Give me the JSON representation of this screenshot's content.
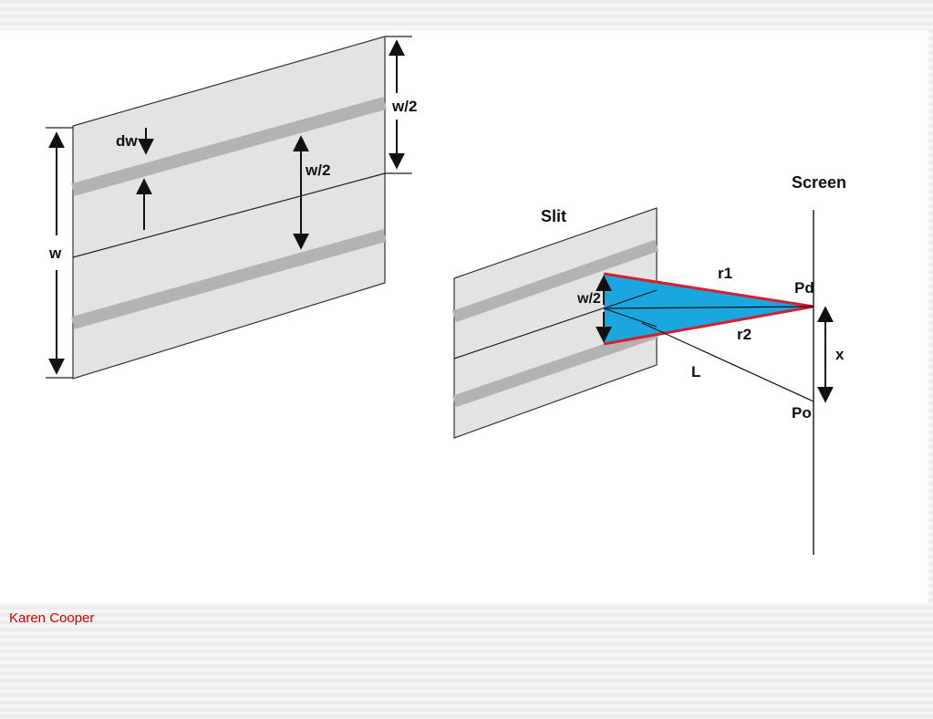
{
  "diagram": {
    "left": {
      "dw": "dw",
      "w_half_inner": "w/2",
      "w_half_right": "w/2",
      "w": "w"
    },
    "right": {
      "slit": "Slit",
      "screen": "Screen",
      "r1": "r1",
      "r2": "r2",
      "pd": "Pd",
      "po": "Po",
      "x": "x",
      "L": "L",
      "w_half": "w/2"
    },
    "colors": {
      "triangle_fill": "#1aa7e0",
      "triangle_edge": "#d81e2b",
      "stripe": "#b3b3b3",
      "panel": "#e3e3e3"
    }
  },
  "footer": {
    "credit": "Karen Cooper"
  }
}
